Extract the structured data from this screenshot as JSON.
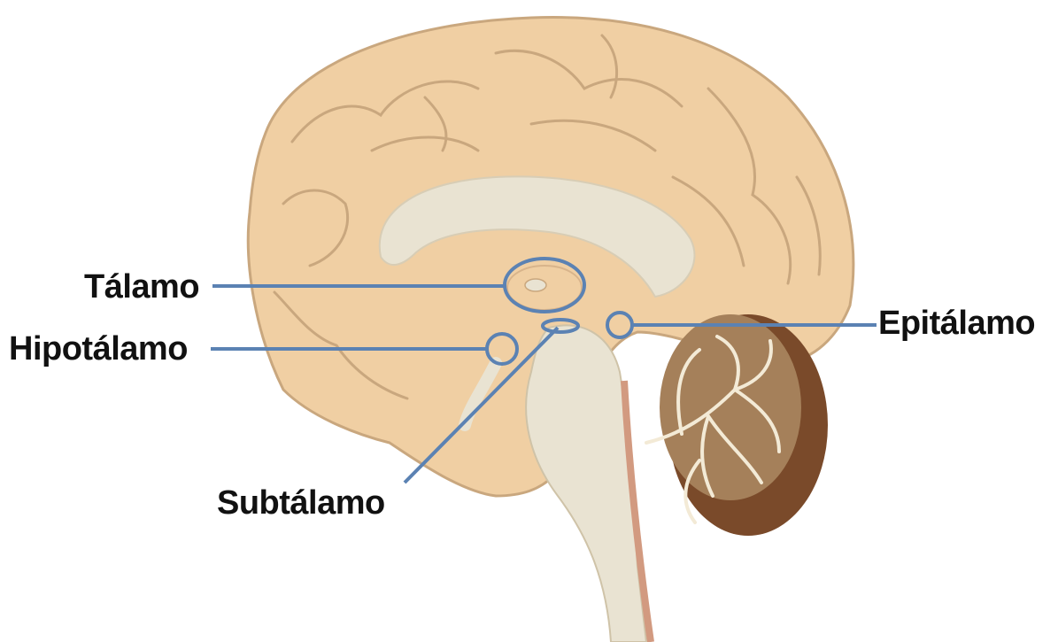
{
  "labels": {
    "thalamus": "Tálamo",
    "hypothalamus": "Hipotálamo",
    "subthalamus": "Subtálamo",
    "epithalamus": "Epitálamo"
  },
  "colors": {
    "brain_fill": "#f0cfa3",
    "brain_outline": "#c9a77e",
    "inner_structure": "#e9e3d2",
    "cerebellum_dark": "#7a4a2a",
    "cerebellum_mid": "#a5805a",
    "callout": "#5b82b3",
    "label_text": "#111111"
  }
}
